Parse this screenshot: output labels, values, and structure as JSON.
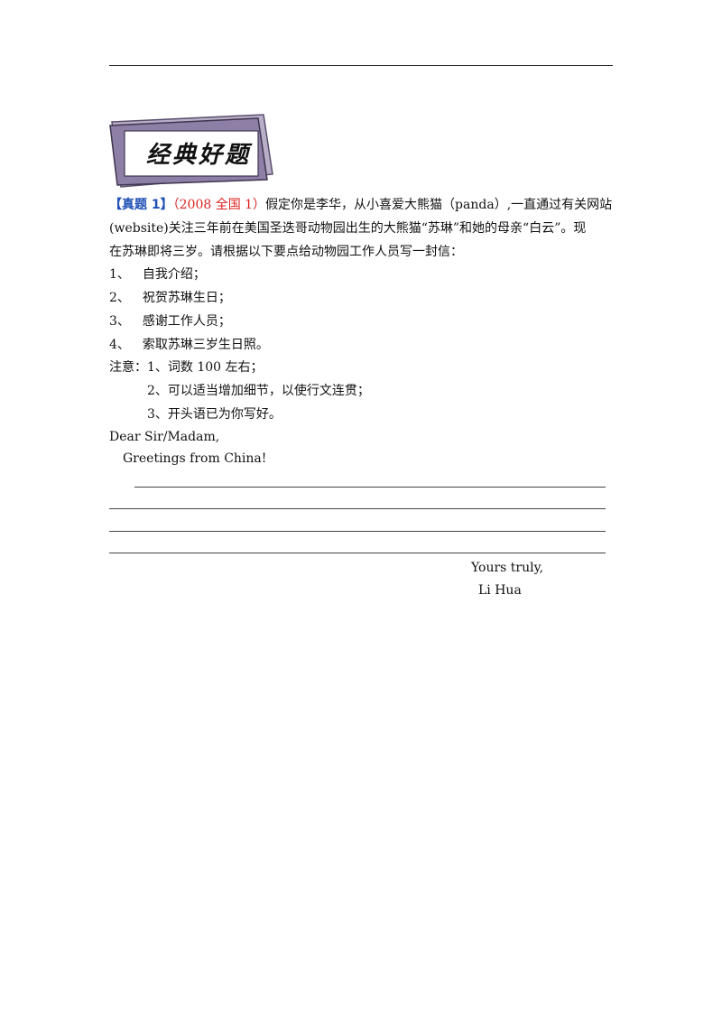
{
  "banner": {
    "title": "经典好题"
  },
  "question": {
    "tag": "【真题 1】",
    "source": "（2008 全国 1）",
    "line1_rest": "假定你是李华，从小喜爱大熊猫（panda）,一直通过有关网站",
    "line2": "(website)关注三年前在美国圣迭哥动物园出生的大熊猫“苏琳”和她的母亲“白云”。现",
    "line3": "在苏琳即将三岁。请根据以下要点给动物园工作人员写一封信："
  },
  "points": [
    {
      "num": "1、",
      "text": "自我介绍；"
    },
    {
      "num": "2、",
      "text": "祝贺苏琳生日；"
    },
    {
      "num": "3、",
      "text": "感谢工作人员；"
    },
    {
      "num": "4、",
      "text": "索取苏琳三岁生日照。"
    }
  ],
  "notes": {
    "note1": "注意：1、词数 100 左右；",
    "note2": "2、可以适当增加细节，以使行文连贯；",
    "note3": "3、开头语已为你写好。"
  },
  "letter": {
    "greeting": "Dear Sir/Madam,",
    "opening": "Greetings from China!",
    "closing": "Yours truly,",
    "signature": "Li Hua"
  }
}
